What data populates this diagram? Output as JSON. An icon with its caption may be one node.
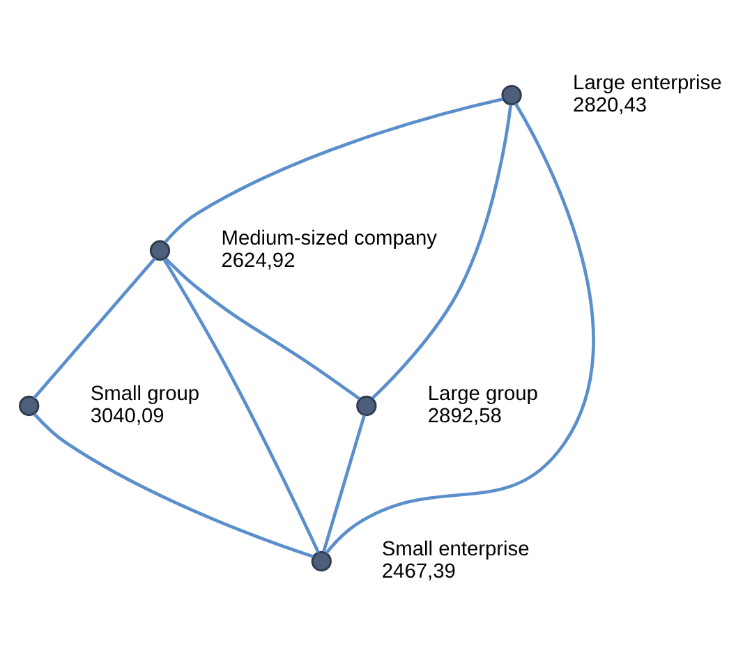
{
  "diagram": {
    "nodes": [
      {
        "text": [],
        "shape": "circle",
        "beside": [
          "Large enterprise",
          "2820,43"
        ]
      },
      {
        "text": [],
        "shape": "circle",
        "beside": [
          "Medium-sized company",
          "2624,92"
        ]
      },
      {
        "text": [],
        "shape": "circle",
        "beside": [
          "Small group",
          "3040,09"
        ]
      },
      {
        "text": [],
        "shape": "circle",
        "beside": [
          "Large group",
          "2892,58"
        ]
      },
      {
        "text": [],
        "shape": "circle",
        "beside": [
          "Small enterprise",
          "2467,39"
        ]
      }
    ],
    "edges": [
      {
        "from": 1,
        "to": 0,
        "arrow": "none"
      },
      {
        "from": 0,
        "to": 3,
        "arrow": "none"
      },
      {
        "from": 0,
        "to": 4,
        "arrow": "none"
      },
      {
        "from": 1,
        "to": 2,
        "arrow": "none"
      },
      {
        "from": 1,
        "to": 3,
        "arrow": "none"
      },
      {
        "from": 1,
        "to": 4,
        "arrow": "none"
      },
      {
        "from": 2,
        "to": 4,
        "arrow": "none"
      },
      {
        "from": 3,
        "to": 4,
        "arrow": "none"
      }
    ]
  }
}
